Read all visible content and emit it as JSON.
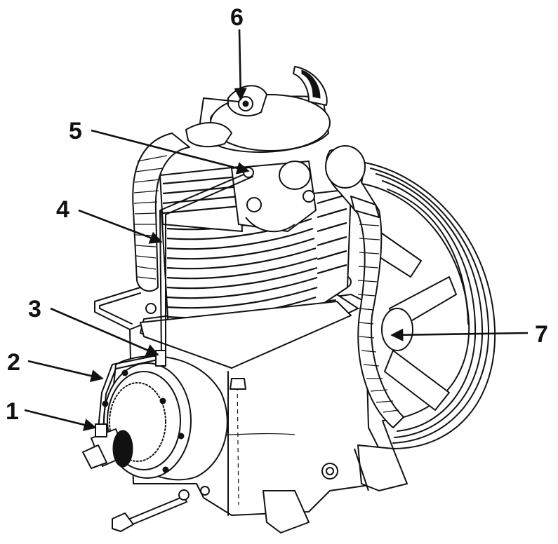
{
  "diagram": {
    "callouts": [
      {
        "id": 1,
        "label": "1"
      },
      {
        "id": 2,
        "label": "2"
      },
      {
        "id": 3,
        "label": "3"
      },
      {
        "id": 4,
        "label": "4"
      },
      {
        "id": 5,
        "label": "5"
      },
      {
        "id": 6,
        "label": "6"
      },
      {
        "id": 7,
        "label": "7"
      }
    ],
    "colors": {
      "ink": "#111111",
      "paper": "#ffffff"
    }
  }
}
